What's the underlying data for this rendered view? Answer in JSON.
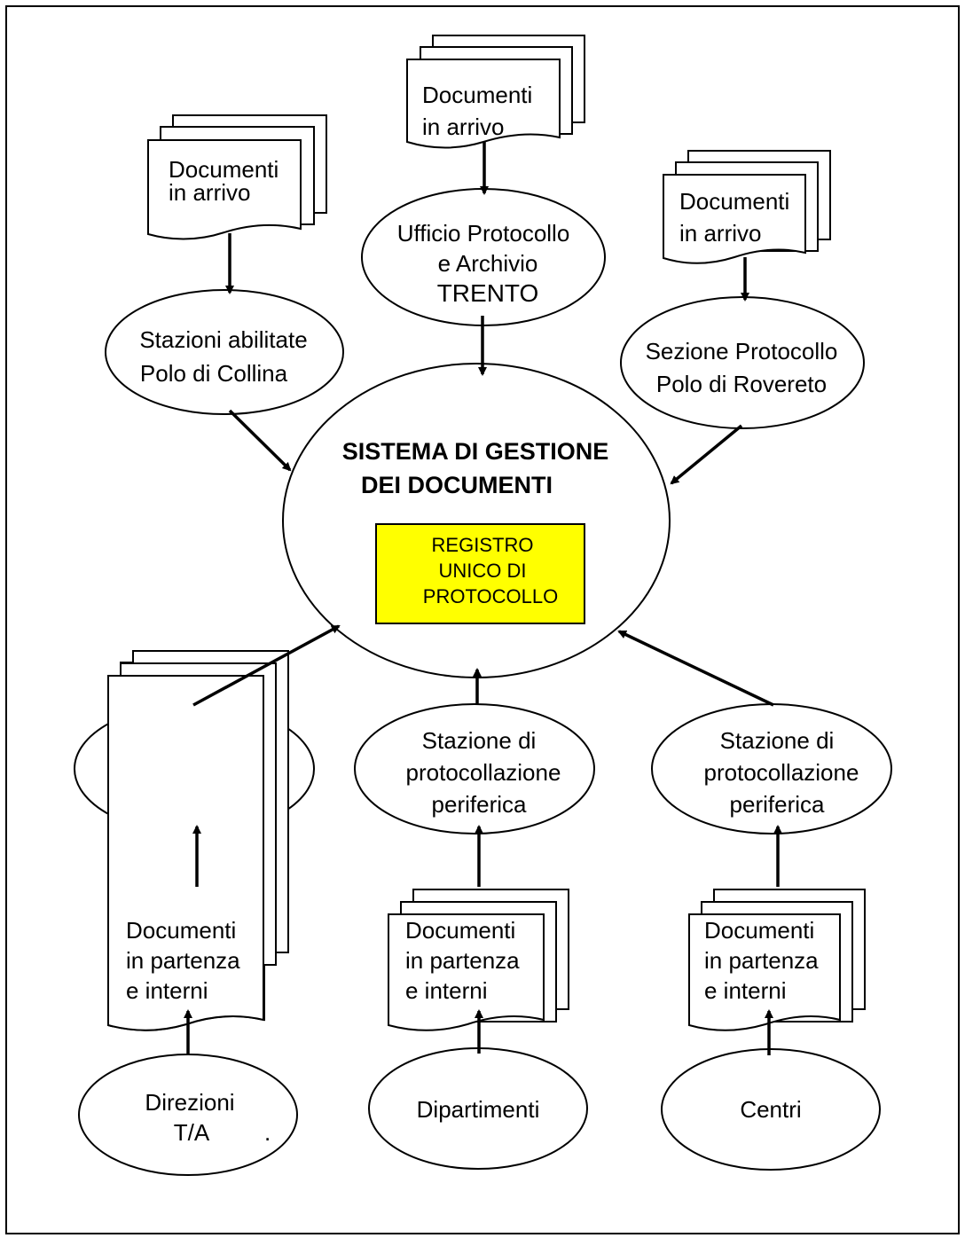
{
  "diagram": {
    "documents_in": {
      "line1": "Documenti",
      "line2": "in arrivo"
    },
    "documents_out": {
      "line1": "Documenti",
      "line2": "in partenza",
      "line3": "e interni"
    },
    "ufficio": {
      "line1": "Ufficio Protocollo",
      "line2": "e Archivio",
      "line3": "TRENTO"
    },
    "collina": {
      "line1": "Stazioni abilitate",
      "line2": "Polo di Collina"
    },
    "rovereto": {
      "line1": "Sezione Protocollo",
      "line2": "Polo di Rovereto"
    },
    "center": {
      "line1": "SISTEMA DI GESTIONE",
      "line2": "DEI DOCUMENTI"
    },
    "registro": {
      "line1": "REGISTRO",
      "line2": "UNICO DI",
      "line3": "PROTOCOLLO",
      "fill_color": "#ffff00"
    },
    "stazione": {
      "line1": "Stazione di",
      "line2": "protocollazione",
      "line3": "periferica"
    },
    "sources": {
      "direzioni": {
        "line1": "Direzioni",
        "line2": "T/A",
        "mark": "."
      },
      "dipartimenti": "Dipartimenti",
      "centri": "Centri"
    }
  }
}
